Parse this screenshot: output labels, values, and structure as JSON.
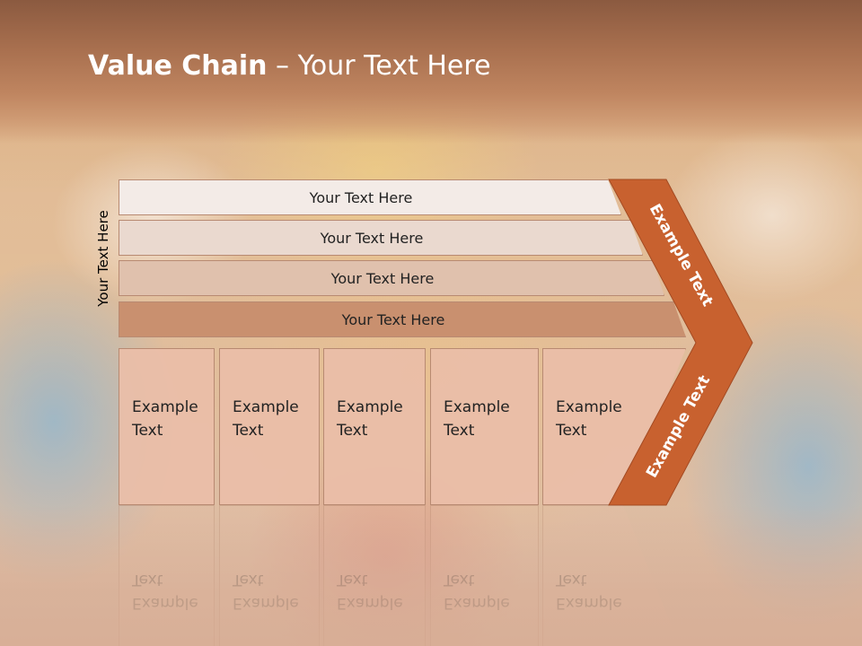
{
  "slide": {
    "title_bold": "Value Chain",
    "title_rest": " – Your Text Here",
    "side_label": "Your Text Here"
  },
  "bars": [
    {
      "label": "Your Text Here",
      "fill": "#f3ebe7"
    },
    {
      "label": "Your Text Here",
      "fill": "#ead9cf"
    },
    {
      "label": "Your Text Here",
      "fill": "#e0c1ad"
    },
    {
      "label": "Your Text Here",
      "fill": "#c9906f"
    }
  ],
  "columns": [
    {
      "line1": "Example",
      "line2": "Text"
    },
    {
      "line1": "Example",
      "line2": "Text"
    },
    {
      "line1": "Example",
      "line2": "Text"
    },
    {
      "line1": "Example",
      "line2": "Text"
    },
    {
      "line1": "Example",
      "line2": "Text"
    }
  ],
  "chevron": {
    "top_label": "Example Text",
    "bottom_label": "Example Text",
    "fill": "#c8612f"
  }
}
